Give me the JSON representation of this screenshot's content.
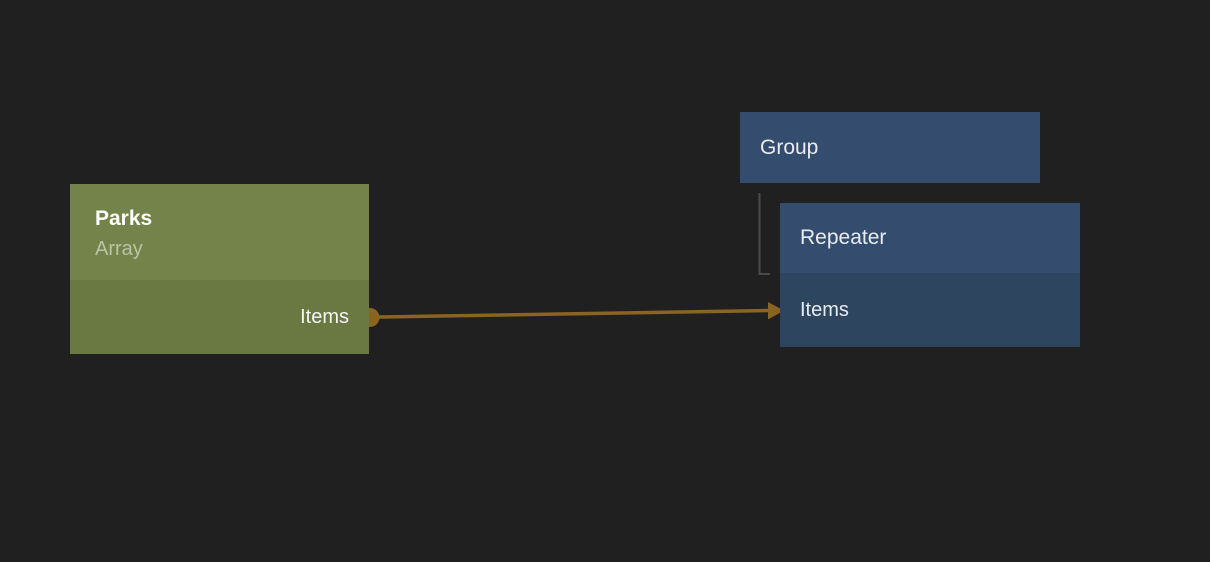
{
  "canvas": {
    "background": "#202020"
  },
  "nodes": {
    "parks": {
      "title": "Parks",
      "subtitle": "Array",
      "port_label": "Items",
      "header_color": "#738349",
      "body_color": "#6a7941"
    },
    "group": {
      "title": "Group",
      "color": "#344d6e"
    },
    "repeater": {
      "title": "Repeater",
      "port_label": "Items",
      "header_color": "#344d6e",
      "body_color": "#2e4560"
    }
  },
  "connection": {
    "from_node": "Parks",
    "from_port": "Items",
    "to_node": "Repeater",
    "to_port": "Items",
    "color": "#8a6421"
  },
  "hierarchy_link": {
    "from_node": "Group",
    "to_node": "Repeater",
    "color": "#4a4a4a"
  }
}
